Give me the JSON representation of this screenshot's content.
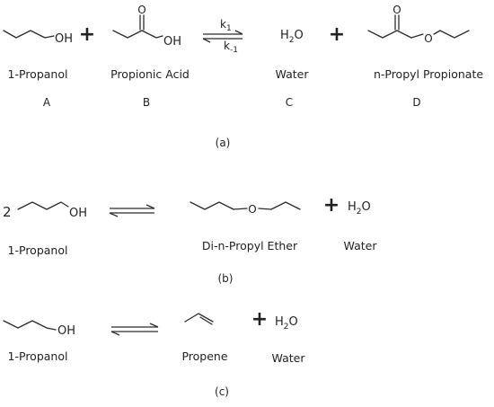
{
  "reaction_a": {
    "species": [
      {
        "name": "1-Propanol",
        "letter": "A",
        "group": "OH"
      },
      {
        "name": "Propionic Acid",
        "letter": "B",
        "group": "OH",
        "carbonyl": "O"
      },
      {
        "name": "Water",
        "letter": "C",
        "formula": {
          "base": "H",
          "sub": "2",
          "tail": "O"
        }
      },
      {
        "name": "n-Propyl Propionate",
        "letter": "D",
        "ester_o": "O",
        "carbonyl": "O"
      }
    ],
    "plus_signs": [
      "+",
      "+"
    ],
    "k_forward": {
      "base": "k",
      "sub": "1"
    },
    "k_reverse": {
      "base": "k",
      "sub": "-1"
    },
    "caption": "(a)"
  },
  "reaction_b": {
    "coefficient": "2",
    "reactant": {
      "name": "1-Propanol",
      "group": "OH"
    },
    "product": {
      "name": "Di-n-Propyl Ether",
      "ether_o": "O"
    },
    "plus": "+",
    "water": {
      "name": "Water",
      "formula": {
        "base": "H",
        "sub": "2",
        "tail": "O"
      }
    },
    "caption": "(b)"
  },
  "reaction_c": {
    "reactant": {
      "name": "1-Propanol",
      "group": "OH"
    },
    "product": {
      "name": "Propene"
    },
    "plus": "+",
    "water": {
      "name": "Water",
      "formula": {
        "base": "H",
        "sub": "2",
        "tail": "O"
      }
    },
    "caption": "(c)"
  }
}
